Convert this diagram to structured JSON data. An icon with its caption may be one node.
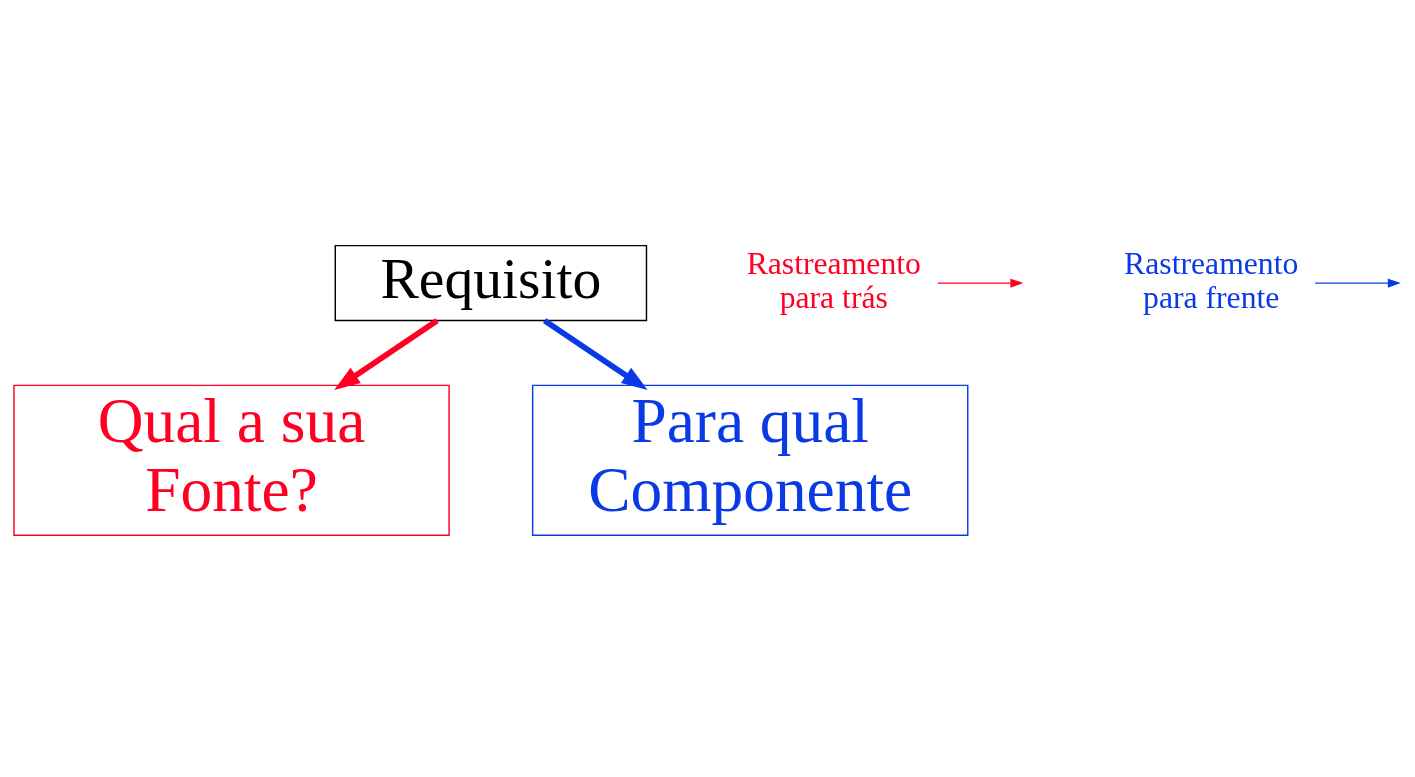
{
  "diagram": {
    "nodes": [
      {
        "text": [
          "Requisito"
        ]
      },
      {
        "text": [
          "Qual a sua Fonte?"
        ]
      },
      {
        "text": [
          "Para qual Componente"
        ]
      },
      {
        "text": [
          "Rastreamento para trás"
        ]
      },
      {
        "text": [
          "Rastreamento para frente"
        ]
      }
    ],
    "edges": [
      {
        "from": 0,
        "to": 1,
        "arrow": "to",
        "style": "thick",
        "color": "#ff0022"
      },
      {
        "from": 0,
        "to": 2,
        "arrow": "to",
        "style": "thick",
        "color": "#0a3ae6"
      },
      {
        "from": 3,
        "to": null,
        "arrow": "to",
        "color": "#ff0022"
      },
      {
        "from": 4,
        "to": null,
        "arrow": "to",
        "color": "#0a3ae6"
      }
    ]
  }
}
